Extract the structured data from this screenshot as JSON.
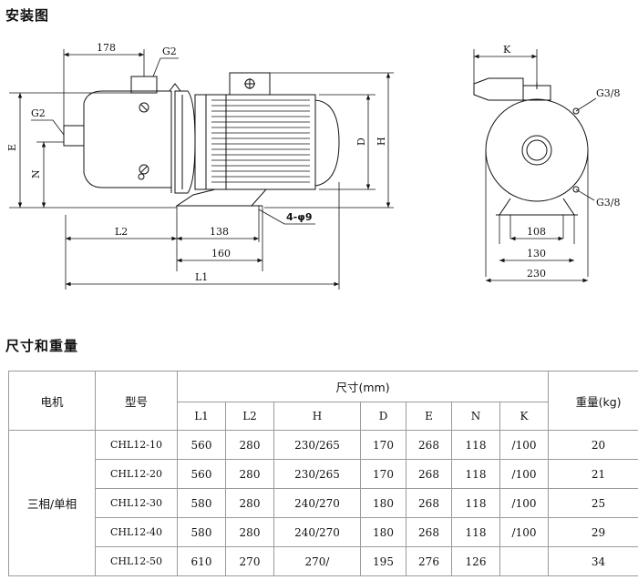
{
  "headings": {
    "install": "安装图",
    "dims": "尺寸和重量"
  },
  "drawing": {
    "dim_178": "178",
    "g2_top": "G2",
    "g2_left": "G2",
    "e": "E",
    "n": "N",
    "d": "D",
    "h": "H",
    "l2": "L2",
    "dim_138": "138",
    "dim_160": "160",
    "l1": "L1",
    "holes": "4-φ9",
    "k": "K",
    "g38_top": "G3/8",
    "g38_bottom": "G3/8",
    "dim_108": "108",
    "dim_130": "130",
    "dim_230": "230"
  },
  "table": {
    "motor_header": "电机",
    "model_header": "型号",
    "size_header": "尺寸(mm)",
    "weight_header": "重量(kg)",
    "columns": [
      "L1",
      "L2",
      "H",
      "D",
      "E",
      "N",
      "K"
    ],
    "motor_value": "三相/单相",
    "rows": [
      {
        "model": "CHL12-10",
        "l1": "560",
        "l2": "280",
        "h": "230/265",
        "d": "170",
        "e": "268",
        "n": "118",
        "k": "/100",
        "w": "20"
      },
      {
        "model": "CHL12-20",
        "l1": "560",
        "l2": "280",
        "h": "230/265",
        "d": "170",
        "e": "268",
        "n": "118",
        "k": "/100",
        "w": "21"
      },
      {
        "model": "CHL12-30",
        "l1": "580",
        "l2": "280",
        "h": "240/270",
        "d": "180",
        "e": "268",
        "n": "118",
        "k": "/100",
        "w": "25"
      },
      {
        "model": "CHL12-40",
        "l1": "580",
        "l2": "280",
        "h": "240/270",
        "d": "180",
        "e": "268",
        "n": "118",
        "k": "/100",
        "w": "29"
      },
      {
        "model": "CHL12-50",
        "l1": "610",
        "l2": "270",
        "h": "270/",
        "d": "195",
        "e": "276",
        "n": "126",
        "k": "",
        "w": "34"
      }
    ]
  }
}
